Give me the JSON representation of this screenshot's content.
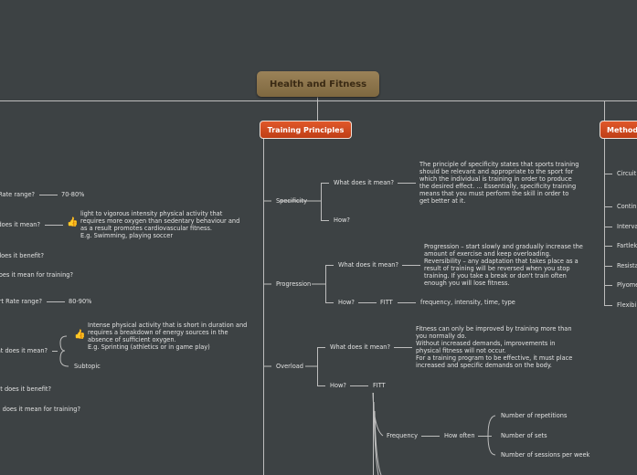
{
  "root": {
    "title": "Health and Fitness"
  },
  "left_branch": {
    "aerobic_hr_label": "Rate range?",
    "aerobic_hr_value": "70-80%",
    "aerobic_mean_label": "does it mean?",
    "aerobic_mean_text": "light to vigorous intensity physical activity that\nrequires more oxygen than sedentary behaviour and\nas a result promotes cardiovascular fitness.\nE.g. Swimming, playing soccer",
    "aerobic_benefit_label": "does it benefit?",
    "aerobic_training_label": "oes it mean for training?",
    "anaerobic_hr_label": "rt Rate range?",
    "anaerobic_hr_value": "80-90%",
    "anaerobic_mean_label": "at does it mean?",
    "anaerobic_mean_text": "Intense physical activity that is short in duration and\nrequires a breakdown of energy sources in the\nabsence of sufficient oxygen.\nE.g. Sprinting (athletics or in game play)",
    "anaerobic_subtopic": "Subtopic",
    "anaerobic_benefit_label": "at does it benefit?",
    "anaerobic_training_label": "does it mean for training?"
  },
  "training_principles": {
    "title": "Training Principles",
    "specificity": {
      "label": "Specificity",
      "mean_label": "What does it mean?",
      "mean_text": "The principle of specificity states that sports training\nshould be relevant and appropriate to the sport for\nwhich the individual is training in order to produce\nthe desired effect. ... Essentially, specificity training\nmeans that you must perform the skill in order to\nget better at it.",
      "how_label": "How?"
    },
    "progression": {
      "label": "Progression",
      "mean_label": "What does it mean?",
      "mean_text": "Progression – start slowly and gradually increase the\namount of exercise and keep overloading.\nReversibility – any adaptation that takes place as a\nresult of training will be reversed when you stop\ntraining. If you take a break or don't train often\nenough you will lose fitness.",
      "how_label": "How?",
      "fitt": "FITT",
      "fitt_text": "frequency, intensity, time, type"
    },
    "overload": {
      "label": "Overload",
      "mean_label": "What does it mean?",
      "mean_text": "Fitness can only be improved by training more than\nyou normally do.\nWithout increased demands, improvements in\nphysical fitness will not occur.\nFor a training program to be effective, it must place\nincreased and specific demands on the body.",
      "how_label": "How?",
      "fitt": "FITT",
      "frequency": "Frequency",
      "how_often": "How often",
      "items": [
        "Number of repetitions",
        "Number of sets",
        "Number of sessions per week"
      ]
    }
  },
  "methods": {
    "title": "Methods",
    "items": [
      "Circuit",
      "Contin",
      "Interva",
      "Fartlek",
      "Resista",
      "Plyome",
      "Flexibi"
    ]
  },
  "colors": {
    "background": "#3d4244",
    "root": "#8f7750",
    "main_topic": "#d24c20",
    "line": "#c8c8c8"
  }
}
